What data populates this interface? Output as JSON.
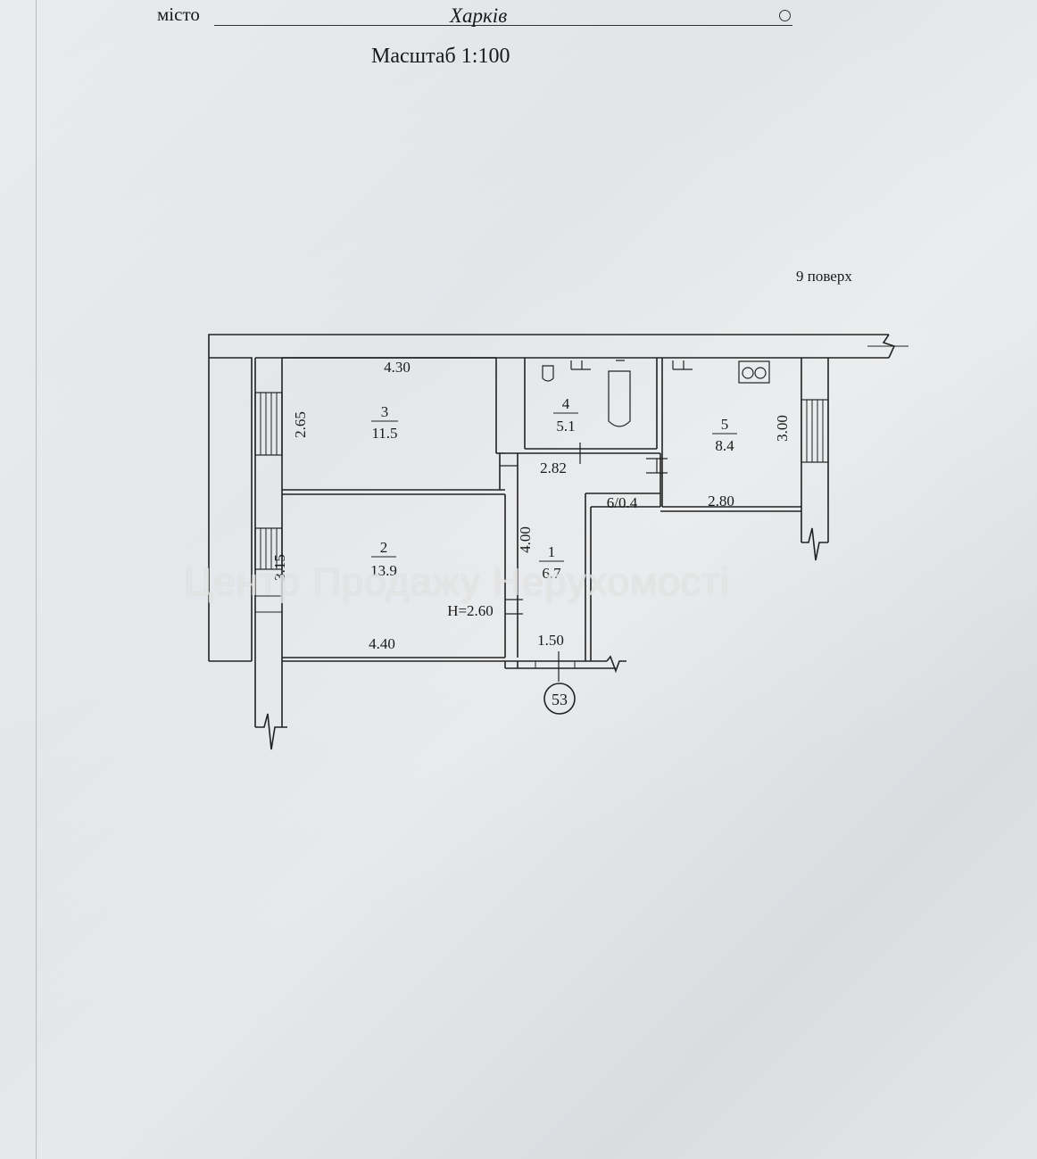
{
  "header": {
    "city_label": "місто",
    "city_value": "Харків",
    "scale": "Масштаб 1:100",
    "floor": "9 поверх"
  },
  "rooms": [
    {
      "number": "3",
      "area": "11.5"
    },
    {
      "number": "4",
      "area": "5.1"
    },
    {
      "number": "5",
      "area": "8.4"
    },
    {
      "number": "2",
      "area": "13.9"
    },
    {
      "number": "1",
      "area": "6.7"
    }
  ],
  "dimensions": {
    "room3_width": "4.30",
    "room3_depth": "2.65",
    "hall_width": "2.82",
    "kitchen_width": "2.80",
    "kitchen_depth": "3.00",
    "closet": "6/0.4",
    "room2_depth": "3.15",
    "hall_depth": "4.00",
    "ceiling_height": "H=2.60",
    "room2_width": "4.40",
    "entrance_width": "1.50"
  },
  "apartment_number": "53",
  "watermark": "Центр Продажу Нерухомості"
}
